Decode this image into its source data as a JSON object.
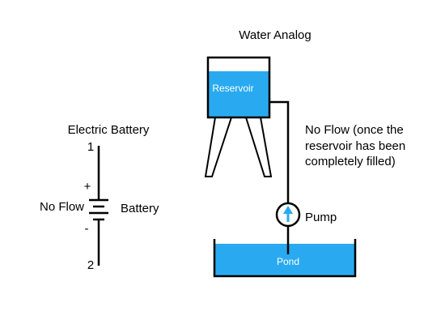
{
  "title": "Water Analog",
  "battery": {
    "heading": "Electric Battery",
    "terminal_top": "1",
    "terminal_bottom": "2",
    "plus": "+",
    "minus": "-",
    "flow_label": "No Flow",
    "component_label": "Battery"
  },
  "water": {
    "reservoir_label": "Reservoir",
    "pond_label": "Pond",
    "pump_label": "Pump",
    "note_lines": [
      "No Flow (once the",
      "reservoir has been",
      "completely filled)"
    ]
  },
  "colors": {
    "water": "#29aaf0",
    "line": "#000000",
    "text_on_water": "#ffffff"
  }
}
